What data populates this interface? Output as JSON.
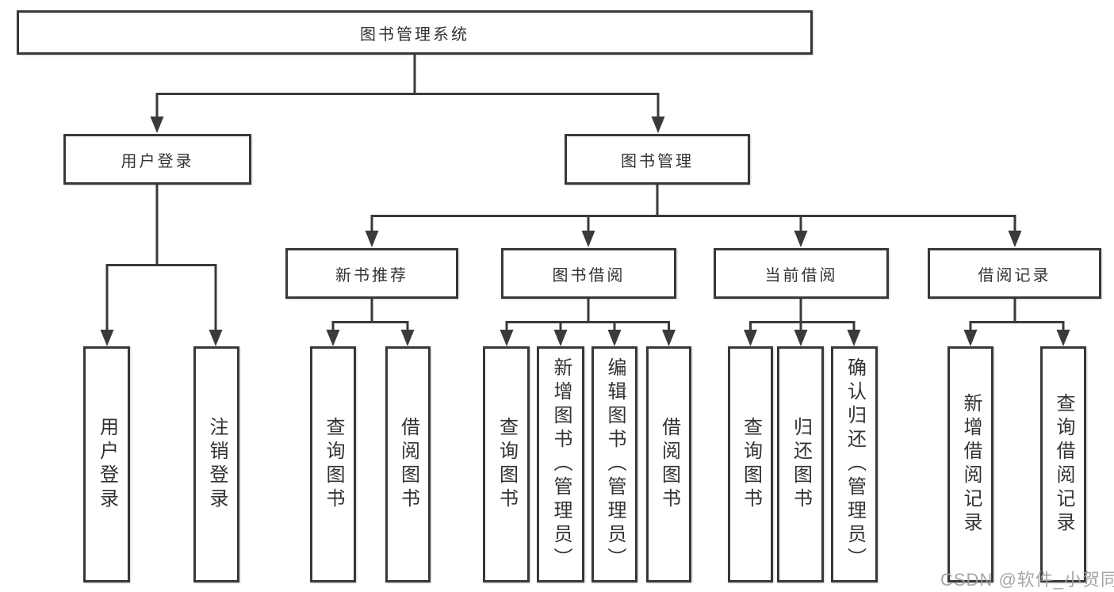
{
  "page": {
    "background": "#ffffff",
    "line_color": "#3a3a3a",
    "box_border_color": "#383838",
    "text_color": "#333333"
  },
  "diagram": {
    "nodes": {
      "root": {
        "label": "图书管理系统"
      },
      "user_login": {
        "label": "用户登录"
      },
      "book_mgmt": {
        "label": "图书管理"
      },
      "new_book_rec": {
        "label": "新书推荐"
      },
      "book_borrow": {
        "label": "图书借阅"
      },
      "current_borrow": {
        "label": "当前借阅"
      },
      "borrow_record": {
        "label": "借阅记录"
      },
      "leaf_user_login": {
        "label": "用户登录"
      },
      "leaf_logout": {
        "label": "注销登录"
      },
      "leaf_query_book_1": {
        "label": "查询图书"
      },
      "leaf_borrow_book_1": {
        "label": "借阅图书"
      },
      "leaf_query_book_2": {
        "label": "查询图书"
      },
      "leaf_add_book": {
        "label": "新增图书（管理员）"
      },
      "leaf_edit_book": {
        "label": "编辑图书（管理员）"
      },
      "leaf_borrow_book_2": {
        "label": "借阅图书"
      },
      "leaf_query_book_3": {
        "label": "查询图书"
      },
      "leaf_return_book": {
        "label": "归还图书"
      },
      "leaf_confirm_return": {
        "label": "确认归还（管理员）"
      },
      "leaf_add_record": {
        "label": "新增借阅记录"
      },
      "leaf_query_record": {
        "label": "查询借阅记录"
      }
    },
    "structure": {
      "图书管理系统": {
        "用户登录": [
          "用户登录",
          "注销登录"
        ],
        "图书管理": {
          "新书推荐": [
            "查询图书",
            "借阅图书"
          ],
          "图书借阅": [
            "查询图书",
            "新增图书（管理员）",
            "编辑图书（管理员）",
            "借阅图书"
          ],
          "当前借阅": [
            "查询图书",
            "归还图书",
            "确认归还（管理员）"
          ],
          "借阅记录": [
            "新增借阅记录",
            "查询借阅记录"
          ]
        }
      }
    }
  },
  "watermark": {
    "text": "CSDN @软件_小贺同学"
  }
}
